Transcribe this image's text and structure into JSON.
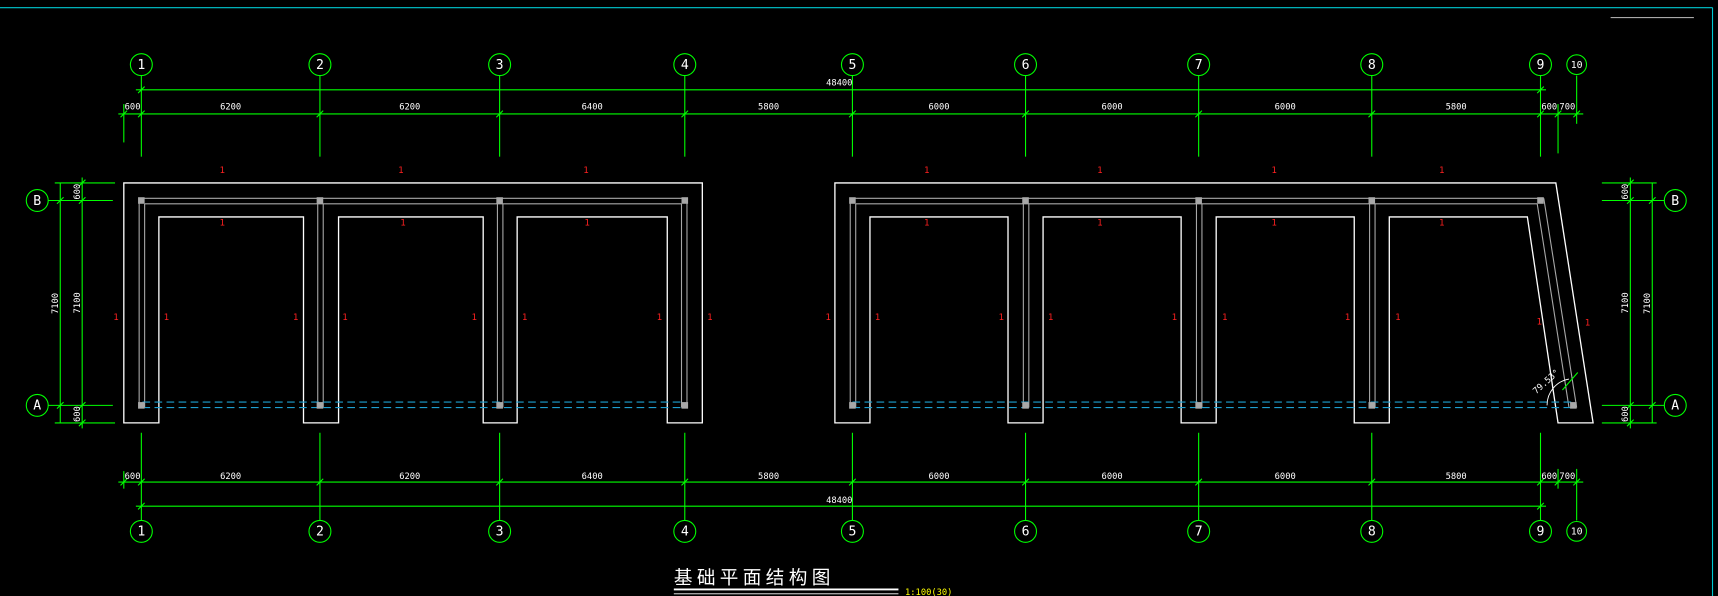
{
  "colors": {
    "background": "#000000",
    "grid": "#00ff00",
    "outline": "#ffffff",
    "beam": "#a8a8a8",
    "section_mark": "#ff2020",
    "hidden_line": "#1e9fd0",
    "scale_text": "#ffff00",
    "frame": "#00c8d0"
  },
  "drawing": {
    "title": "基础平面结构图",
    "scale": "1:100(30)",
    "axes_horizontal": [
      "1",
      "2",
      "3",
      "4",
      "5",
      "6",
      "7",
      "8",
      "9",
      "10"
    ],
    "axes_vertical": [
      "B",
      "A"
    ],
    "overall_length": "48400",
    "dimension_chain": [
      "600",
      "6200",
      "6200",
      "6400",
      "5800",
      "6000",
      "6000",
      "6000",
      "5800",
      "600",
      "700"
    ],
    "overall_depth": "7100",
    "depth_chain": [
      "600",
      "7100",
      "600"
    ],
    "section_mark": "1",
    "angle": "79.53°"
  }
}
